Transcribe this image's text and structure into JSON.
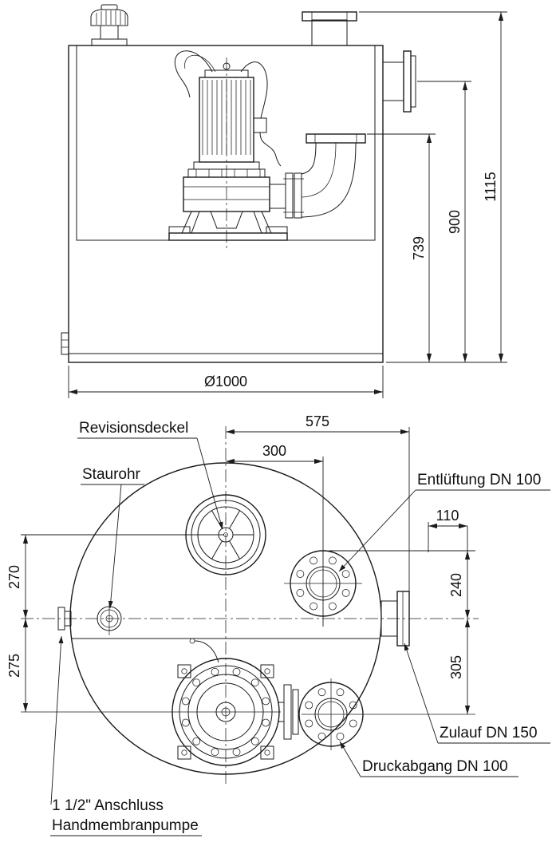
{
  "elevation": {
    "dims": {
      "h739": "739",
      "h900": "900",
      "h1115": "1115",
      "diameter": "Ø1000"
    }
  },
  "plan": {
    "dims": {
      "w575": "575",
      "w300": "300",
      "v110": "110",
      "v240": "240",
      "v305": "305",
      "v270": "270",
      "v275": "275"
    },
    "labels": {
      "revisionsdeckel": "Revisionsdeckel",
      "staurohr": "Staurohr",
      "entlueftung": "Entlüftung DN 100",
      "zulauf": "Zulauf DN 150",
      "druckabgang": "Druckabgang DN 100",
      "anschluss_line1": "1 1/2\" Anschluss",
      "anschluss_line2": "Handmembranpumpe"
    }
  },
  "colors": {
    "line": "#1b1b1b",
    "background": "#ffffff"
  }
}
